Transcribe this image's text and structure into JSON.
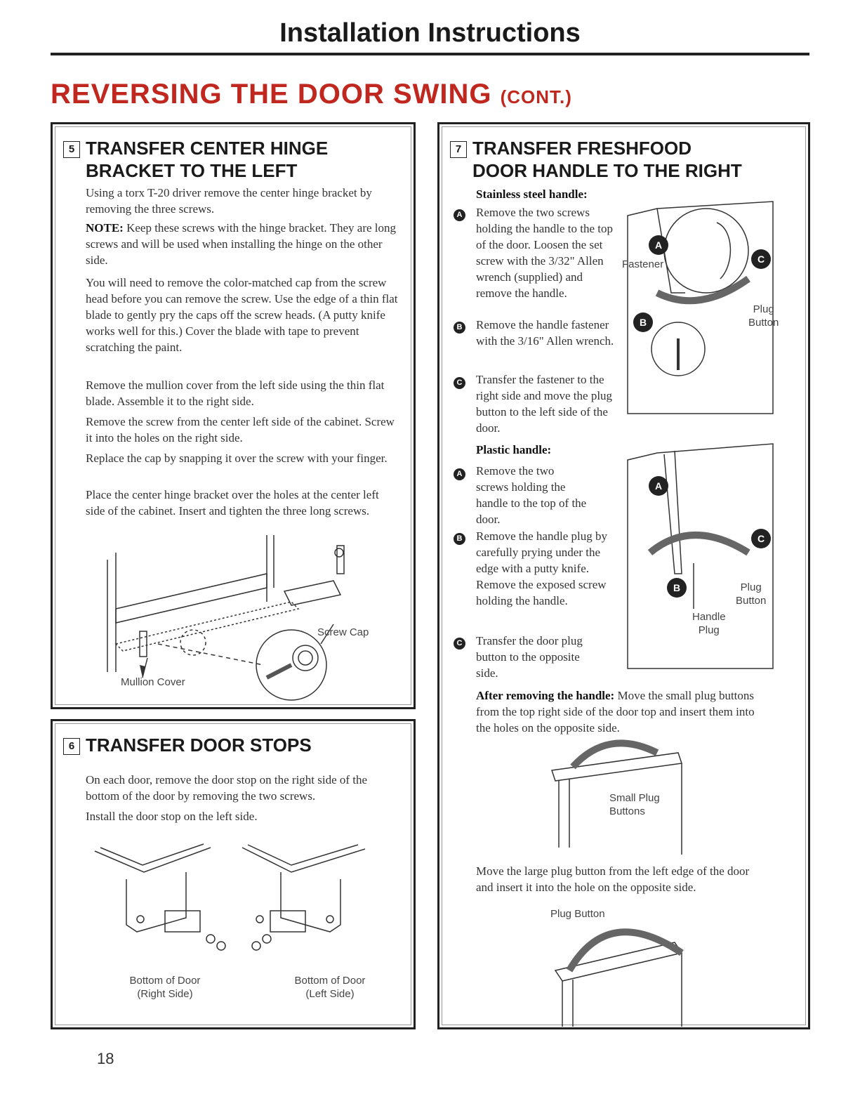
{
  "header": {
    "title": "Installation Instructions"
  },
  "main_title": {
    "text": "REVERSING THE DOOR SWING",
    "cont": "(CONT.)"
  },
  "step5": {
    "number": "5",
    "title_line1": "TRANSFER CENTER HINGE",
    "title_line2": "BRACKET TO THE LEFT",
    "p1": "Using a torx T-20 driver remove the center hinge bracket by removing the three screws.",
    "note_label": "NOTE:",
    "note_text": " Keep these screws with the hinge bracket. They are long screws and will be used when installing the hinge on the other side.",
    "p2": "You will need to remove the color-matched cap from the screw head before you can remove the screw. Use the edge of a thin flat blade to gently pry the caps off the screw heads. (A putty knife works well for this.) Cover the blade with tape to prevent scratching the paint.",
    "p3": "Remove the mullion cover from the left side using the thin flat blade. Assemble it to the right side.",
    "p4": "Remove the screw from the center left side of the cabinet. Screw it into the holes on the right side.",
    "p5": "Replace the cap by snapping it over the screw with your finger.",
    "p6": "Place the center hinge bracket over the holes at the center left side of the cabinet. Insert and tighten the three long screws.",
    "labels": {
      "screw_cap": "Screw Cap",
      "mullion_cover": "Mullion Cover"
    }
  },
  "step6": {
    "number": "6",
    "title": "TRANSFER DOOR STOPS",
    "p1": "On each door, remove the door stop on the right side of the bottom of the door by removing the two screws.",
    "p2": "Install the door stop on the left side.",
    "labels": {
      "left_caption_1": "Bottom of Door",
      "left_caption_2": "(Right Side)",
      "right_caption_1": "Bottom of Door",
      "right_caption_2": "(Left Side)"
    }
  },
  "step7": {
    "number": "7",
    "title_line1": "TRANSFER FRESHFOOD",
    "title_line2": "DOOR HANDLE TO THE RIGHT",
    "stainless_heading": "Stainless steel handle:",
    "stainless_a": "Remove the two screws holding the handle to the top of the door. Loosen the set screw with the 3/32\" Allen wrench (supplied) and remove the handle.",
    "stainless_b": "Remove the handle fastener with the 3/16\" Allen wrench.",
    "stainless_c": "Transfer the fastener to the right side and move the plug button to the left side of the door.",
    "plastic_heading": "Plastic handle:",
    "plastic_a": "Remove the two screws holding the handle to the top of the door.",
    "plastic_b": "Remove the handle plug by carefully prying under the edge with a putty knife. Remove the exposed screw holding the handle.",
    "plastic_c": "Transfer the door plug button to the opposite side.",
    "after_label": "After removing the handle:",
    "after_text": " Move the small plug buttons from the top right side of the door top and insert them into the holes on the opposite side.",
    "large_plug_text": "Move the large plug button from the left edge of the door and insert it into the hole on the opposite side.",
    "markers": {
      "a": "A",
      "b": "B",
      "c": "C"
    },
    "labels": {
      "fastener": "Fastener",
      "plug": "Plug",
      "button": "Button",
      "handle": "Handle",
      "small_plug": "Small Plug",
      "buttons": "Buttons",
      "plug_button": "Plug Button"
    }
  },
  "page_number": "18"
}
